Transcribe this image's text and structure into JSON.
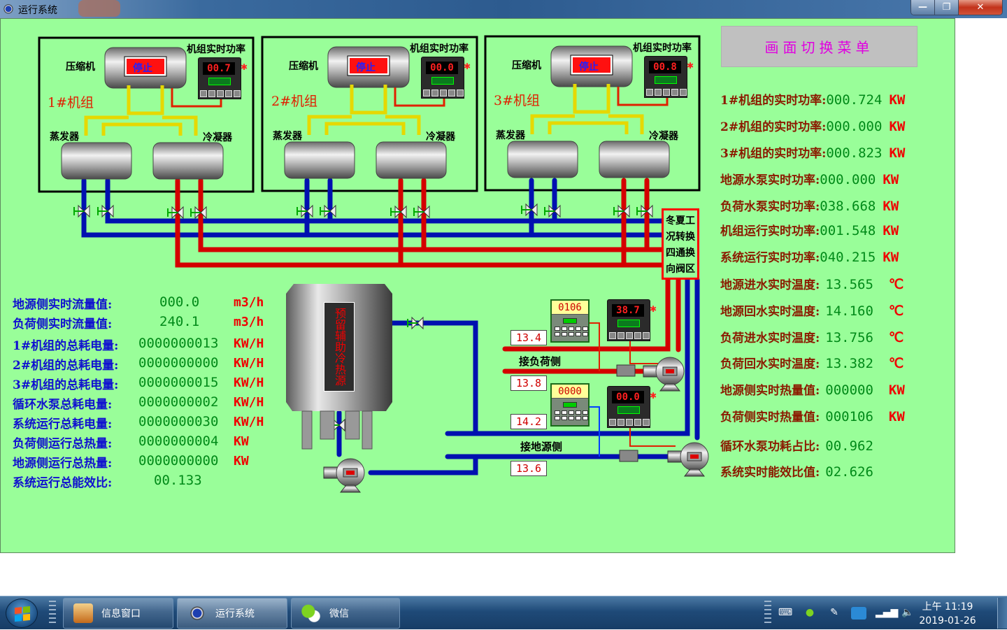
{
  "window": {
    "title": "运行系统",
    "buttons": {
      "minimize": "—",
      "maximize": "❐",
      "close": "✕"
    }
  },
  "menu_button": "画面切换菜单",
  "units": [
    {
      "name": "1#机组",
      "compressor_label": "压缩机",
      "compressor_status": "停止",
      "power_meter_title": "机组实时功率",
      "power_meter_value": "00.7",
      "evaporator_label": "蒸发器",
      "condenser_label": "冷凝器"
    },
    {
      "name": "2#机组",
      "compressor_label": "压缩机",
      "compressor_status": "停止",
      "power_meter_title": "机组实时功率",
      "power_meter_value": "00.0",
      "evaporator_label": "蒸发器",
      "condenser_label": "冷凝器"
    },
    {
      "name": "3#机组",
      "compressor_label": "压缩机",
      "compressor_status": "停止",
      "power_meter_title": "机组实时功率",
      "power_meter_value": "00.8",
      "evaporator_label": "蒸发器",
      "condenser_label": "冷凝器"
    }
  ],
  "valve_zone": [
    "冬夏工",
    "况转换",
    "四通换",
    "向阀区"
  ],
  "tank_label": "预留辅助冷热源",
  "load_side": {
    "label": "接负荷侧",
    "flow_meter_value": "0106",
    "power_meter_value": "38.7",
    "temp_supply": "13.4",
    "temp_return": "13.8"
  },
  "ground_side": {
    "label": "接地源侧",
    "flow_meter_value": "0000",
    "power_meter_value": "00.0",
    "temp_supply": "14.2",
    "temp_return": "13.6"
  },
  "left_stats": [
    {
      "label": "地源侧实时流量值:",
      "value": "000.0",
      "unit": "m3/h"
    },
    {
      "label": "负荷侧实时流量值:",
      "value": "240.1",
      "unit": "m3/h"
    },
    {
      "label": "1#机组的总耗电量:",
      "value": "0000000013",
      "unit": "KW/H"
    },
    {
      "label": "2#机组的总耗电量:",
      "value": "0000000000",
      "unit": "KW/H"
    },
    {
      "label": "3#机组的总耗电量:",
      "value": "0000000015",
      "unit": "KW/H"
    },
    {
      "label": "循环水泵总耗电量:",
      "value": "0000000002",
      "unit": "KW/H"
    },
    {
      "label": "系统运行总耗电量:",
      "value": "0000000030",
      "unit": "KW/H"
    },
    {
      "label": "负荷侧运行总热量:",
      "value": "0000000004",
      "unit": "KW"
    },
    {
      "label": "地源侧运行总热量:",
      "value": "0000000000",
      "unit": "KW"
    },
    {
      "label": "系统运行总能效比:",
      "value": "00.133",
      "unit": ""
    }
  ],
  "right_stats": [
    {
      "label": "1#机组的实时功率:",
      "value": "000.724",
      "unit": "KW"
    },
    {
      "label": "2#机组的实时功率:",
      "value": "000.000",
      "unit": "KW"
    },
    {
      "label": "3#机组的实时功率:",
      "value": "000.823",
      "unit": "KW"
    },
    {
      "label": "地源水泵实时功率:",
      "value": "000.000",
      "unit": "KW"
    },
    {
      "label": "负荷水泵实时功率:",
      "value": "038.668",
      "unit": "KW"
    },
    {
      "label": "机组运行实时功率:",
      "value": "001.548",
      "unit": "KW"
    },
    {
      "label": "系统运行实时功率:",
      "value": "040.215",
      "unit": "KW"
    },
    {
      "label": "地源进水实时温度:",
      "value": "13.565",
      "unit": "℃"
    },
    {
      "label": "地源回水实时温度:",
      "value": "14.160",
      "unit": "℃"
    },
    {
      "label": "负荷进水实时温度:",
      "value": "13.756",
      "unit": "℃"
    },
    {
      "label": "负荷回水实时温度:",
      "value": "13.382",
      "unit": "℃"
    },
    {
      "label": "地源侧实时热量值:",
      "value": "000000",
      "unit": "KW"
    },
    {
      "label": "负荷侧实时热量值:",
      "value": "000106",
      "unit": "KW"
    },
    {
      "label": "循环水泵功耗占比:",
      "value": "00.962",
      "unit": ""
    },
    {
      "label": "系统实时能效比值:",
      "value": "02.626",
      "unit": ""
    }
  ],
  "taskbar": {
    "items": [
      {
        "label": "信息窗口",
        "icon": "document-icon",
        "active": false
      },
      {
        "label": "运行系统",
        "icon": "eye-icon",
        "active": true
      },
      {
        "label": "微信",
        "icon": "wechat-icon",
        "active": false
      }
    ],
    "clock_time": "上午 11:19",
    "clock_date": "2019-01-26"
  },
  "colors": {
    "background": "#99fe99",
    "hot_pipe": "#d40000",
    "cold_pipe": "#0010b0",
    "refrigerant_pipe": "#e6d800",
    "label_red": "#e02000",
    "value_green": "#008a18"
  }
}
